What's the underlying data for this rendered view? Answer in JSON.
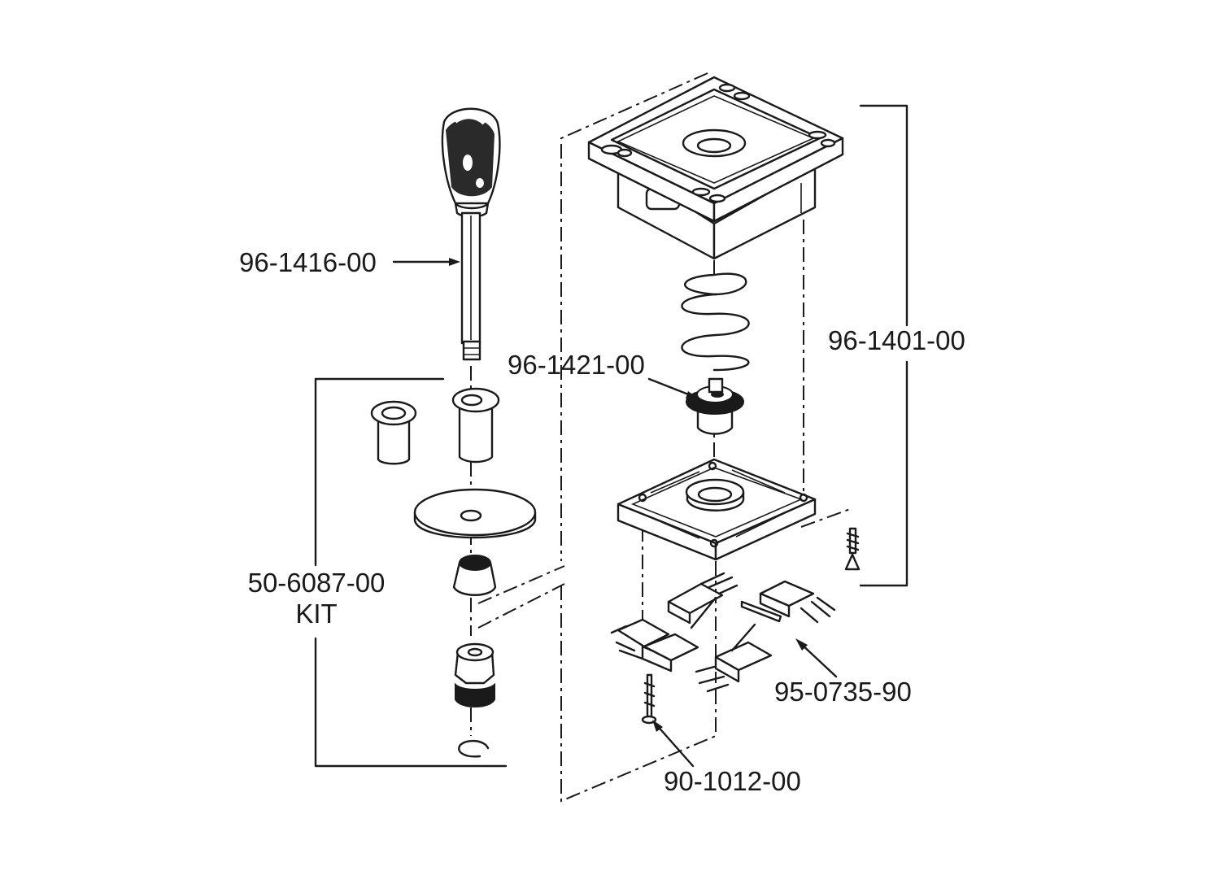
{
  "diagram": {
    "colors": {
      "ink": "#1a1a1a",
      "background": "#ffffff"
    },
    "labels": {
      "handle": "96-1416-00",
      "pivot": "96-1421-00",
      "assembly": "96-1401-00",
      "kit_part": "50-6087-00",
      "kit_word": "KIT",
      "switches": "95-0735-90",
      "screw": "90-1012-00"
    }
  }
}
